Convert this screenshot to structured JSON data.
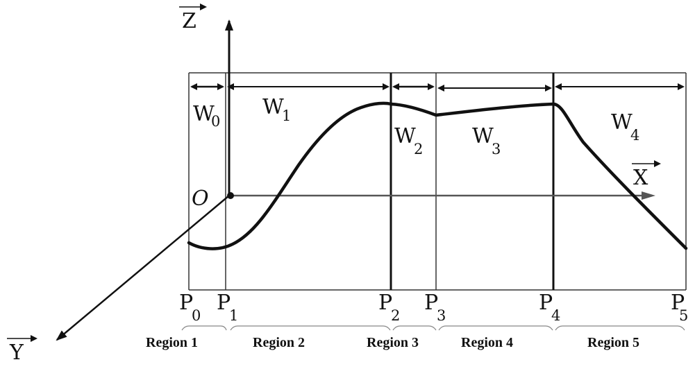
{
  "axes": {
    "z_label": "Z",
    "x_label": "X",
    "y_label": "Y",
    "origin_label": "O"
  },
  "widths": [
    {
      "base": "W",
      "sub": "0"
    },
    {
      "base": "W",
      "sub": "1"
    },
    {
      "base": "W",
      "sub": "2"
    },
    {
      "base": "W",
      "sub": "3"
    },
    {
      "base": "W",
      "sub": "4"
    }
  ],
  "points": [
    {
      "base": "P",
      "sub": "0"
    },
    {
      "base": "P",
      "sub": "1"
    },
    {
      "base": "P",
      "sub": "2"
    },
    {
      "base": "P",
      "sub": "3"
    },
    {
      "base": "P",
      "sub": "4"
    },
    {
      "base": "P",
      "sub": "5"
    }
  ],
  "regions": [
    "Region 1",
    "Region 2",
    "Region 3",
    "Region 4",
    "Region 5"
  ],
  "colors": {
    "ink": "#111111",
    "background": "#ffffff",
    "axis_gray": "#555555"
  }
}
